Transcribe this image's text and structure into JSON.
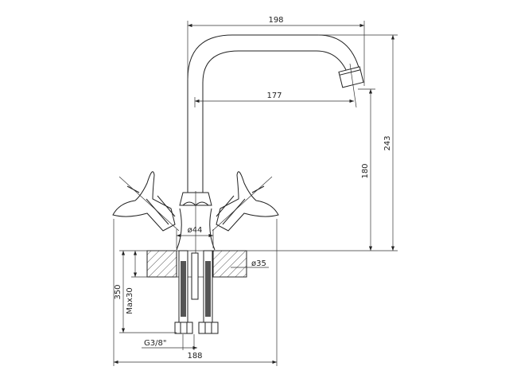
{
  "dimensions": {
    "spout_reach_outer": "198",
    "spout_reach_inner": "177",
    "total_height": "243",
    "spout_height": "180",
    "base_diameter": "ø44",
    "hole_diameter": "ø35",
    "hose_length": "350",
    "max_counter_thickness": "Max30",
    "connection_thread": "G3/8\"",
    "handle_width": "188"
  },
  "colors": {
    "line": "#222222",
    "background": "#ffffff"
  }
}
